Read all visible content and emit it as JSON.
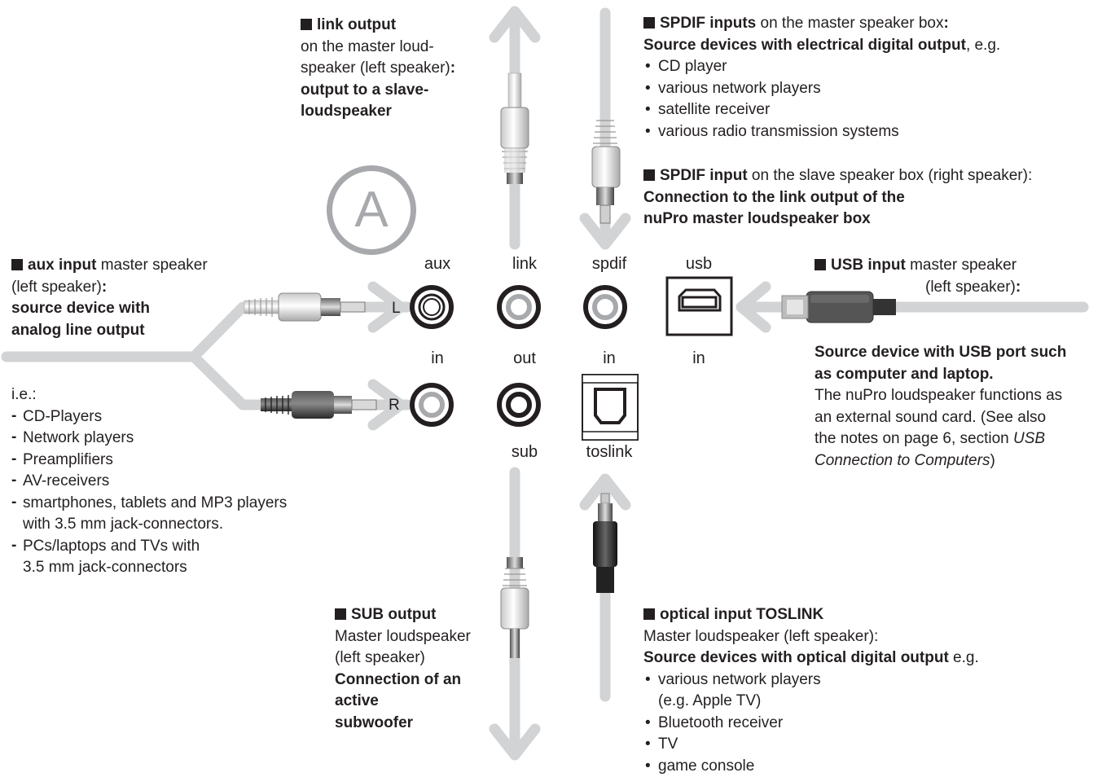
{
  "badge": "A",
  "top_left": {
    "heading": "link output",
    "line1": "on the master loud-",
    "line2a": "speaker (left speaker)",
    "line2b": ":",
    "bold1": "output to a slave-",
    "bold2": "loudspeaker"
  },
  "top_right": {
    "h1": "SPDIF inputs",
    "t1a": " on the master speaker box",
    "t1b": ":",
    "b1": "Source devices with electrical digital output",
    "t1c": ", e.g.",
    "items": [
      "CD player",
      "various network players",
      "satellite receiver",
      "various radio transmission systems"
    ],
    "h2": "SPDIF input",
    "t2": " on the slave speaker box (right speaker):",
    "b2a": "Connection to the link output of the",
    "b2b": "nuPro master loudspeaker box"
  },
  "left": {
    "heading": "aux input",
    "t1": " master speaker",
    "t2a": "(left speaker)",
    "t2b": ":",
    "b1": "source device with",
    "b2": "analog line output",
    "ie": "i.e.:",
    "items": [
      "CD-Players",
      "Network players",
      "Preamplifiers",
      "AV-receivers",
      "smartphones, tablets and MP3 players",
      "with 3.5 mm jack-connectors.",
      "PCs/laptops and TVs with",
      "3.5 mm jack-connectors"
    ]
  },
  "right": {
    "heading": "USB input",
    "t1": " master speaker",
    "t2a": "(left speaker)",
    "t2b": ":",
    "b1": "Source device with USB port such",
    "b2": "as computer and laptop.",
    "p1": "The nuPro loudspeaker functions as",
    "p2": "an external sound card. (See also",
    "p3": "the notes on page 6, section ",
    "p3i": "USB",
    "p4i": "Connection to Computers",
    "p4": ")"
  },
  "bottom_left": {
    "heading": "SUB output",
    "l1": "Master loudspeaker",
    "l2": "(left speaker)",
    "b1": "Connection of an",
    "b2": "active",
    "b3": "subwoofer"
  },
  "bottom_right": {
    "heading": "optical input TOSLINK",
    "l1": "Master loudspeaker (left speaker):",
    "b1": "Source devices with optical digital output",
    "t1": " e.g.",
    "items": [
      "various network players",
      "(e.g. Apple TV)",
      "Bluetooth receiver",
      "TV",
      "game console"
    ]
  },
  "ports": {
    "aux": "aux",
    "link": "link",
    "spdif": "spdif",
    "usb": "usb",
    "in1": "in",
    "out": "out",
    "in2": "in",
    "in3": "in",
    "sub": "sub",
    "toslink": "toslink",
    "L": "L",
    "R": "R"
  },
  "colors": {
    "arrow": "#d1d3d4",
    "ring_gray": "#a7a9ac",
    "text": "#231f20"
  }
}
